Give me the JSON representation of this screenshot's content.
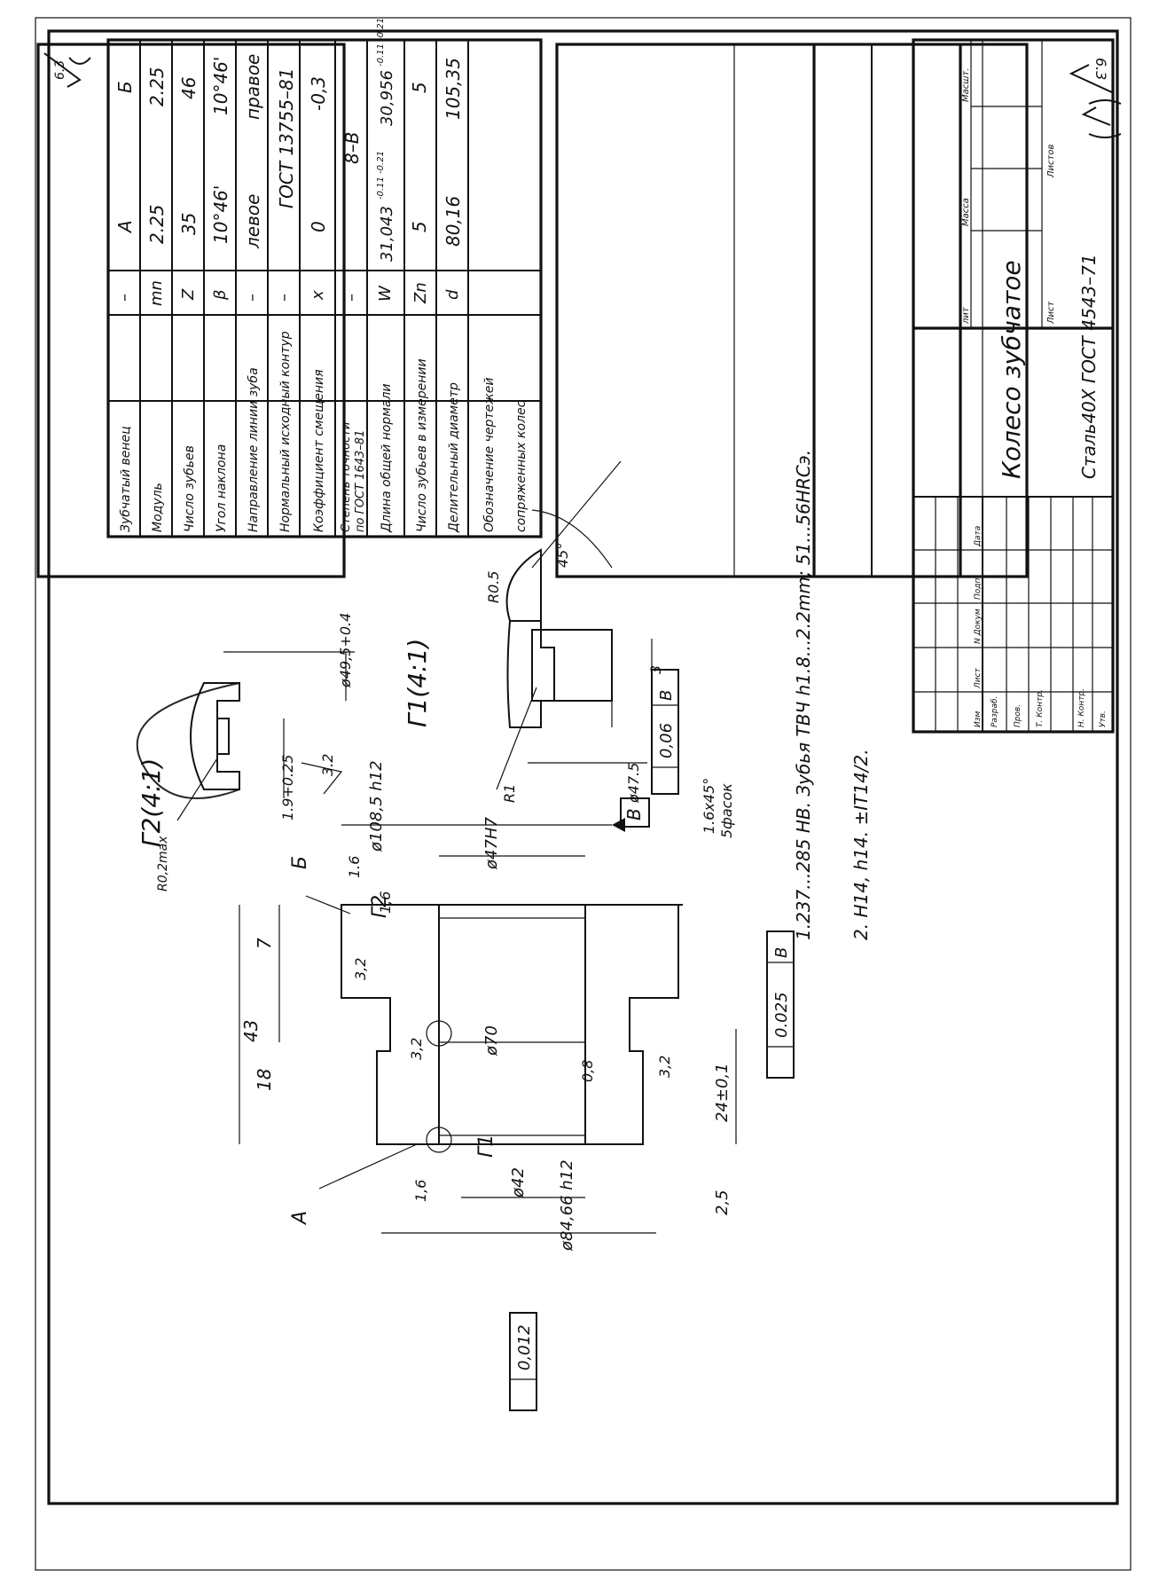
{
  "drawing": {
    "roughness_mark": "6.3",
    "table_rows": [
      {
        "label": "Зубчатый венец",
        "sym": "–",
        "a": "А",
        "b": "Б"
      },
      {
        "label": "Модуль",
        "sym": "mn",
        "a": "2.25",
        "b": "2.25"
      },
      {
        "label": "Число зубьев",
        "sym": "Z",
        "a": "35",
        "b": "46"
      },
      {
        "label": "Угол наклона",
        "sym": "β",
        "a": "10°46'",
        "b": "10°46'"
      },
      {
        "label": "Направление линии зуба",
        "sym": "–",
        "a": "левое",
        "b": "правое"
      },
      {
        "label": "Нормальный исходный контур",
        "sym": "–",
        "ab": "ГОСТ 13755–81"
      },
      {
        "label": "Коэффициент смещения",
        "sym": "x",
        "a": "0",
        "b": "-0,3"
      },
      {
        "label": "Степень точности",
        "label2": "по ГОСТ 1643–81",
        "sym": "–",
        "ab": "8–B"
      },
      {
        "label": "Длина общей нормали",
        "sym": "W",
        "a": "31,043",
        "a_tol": "-0.11 -0.21",
        "b": "30,956",
        "b_tol": "-0.11 -0.21"
      },
      {
        "label": "Число зубьев в измерении",
        "sym": "Zn",
        "a": "5",
        "b": "5"
      },
      {
        "label": "Делительный диаметр",
        "sym": "d",
        "a": "80,16",
        "b": "105,35"
      },
      {
        "label": "Обозначение чертежей",
        "sym": "",
        "a": "",
        "b": ""
      },
      {
        "label": "сопряженных колес",
        "sym": "",
        "a": "",
        "b": ""
      }
    ],
    "notes": {
      "n1": "1.237...285 HB. Зубья  ТВЧ h1.8...2.2mm; 51...56HRCэ.",
      "n2": "2. H14, h14. ±IT14/2."
    },
    "title_block": {
      "name": "Колесо зубчатое",
      "material": "Сталь40Х ГОСТ 4543–71",
      "h_lit": "лит",
      "h_mass": "Масса",
      "h_scale": "Масшт.",
      "h_sheet": "Лист",
      "h_sheets": "Листов",
      "c_izm": "Изм",
      "c_list": "Лист",
      "c_doc": "N Докум",
      "c_sign": "Подп.",
      "c_date": "Дата",
      "r_razrab": "Разраб.",
      "r_prov": "Пров.",
      "r_tkontr": "Т. Контр.",
      "r_nkontr": "Н. Контр.",
      "r_utv": "Утв."
    },
    "detail_g2": {
      "title": "Г2(4:1)",
      "d1": "ø49,5+0.4",
      "d2": "1.9+0.25",
      "r": "R0,2max",
      "rough": "3.2"
    },
    "detail_g1": {
      "title": "Г1(4:1)",
      "r05": "R0.5",
      "r1": "R1",
      "angle": "45°",
      "w": "3",
      "d": "ø47.5"
    },
    "main_view": {
      "d1085": "ø108,5 h12",
      "d47": "ø47H7",
      "d70": "ø70",
      "d42": "ø42",
      "d8466": "ø84,66 h12",
      "dim43": "43",
      "dim7": "7",
      "dim18": "18",
      "dim24": "24±0,1",
      "dim25": "2,5",
      "chamfer1": "1.6x45°",
      "chamfer2": "5фасок",
      "base": "B",
      "runout": "0,06",
      "perp": "0.025",
      "flat": "0,012",
      "lblB": "Б",
      "lblA": "А",
      "lblG1": "Г1",
      "lblG2": "Г2",
      "r16a": "1.6",
      "r16b": "1,6",
      "r32a": "3,2",
      "r32b": "3,2",
      "r08": "0,8",
      "r32c": "3,2",
      "r16c": "1,6"
    }
  }
}
